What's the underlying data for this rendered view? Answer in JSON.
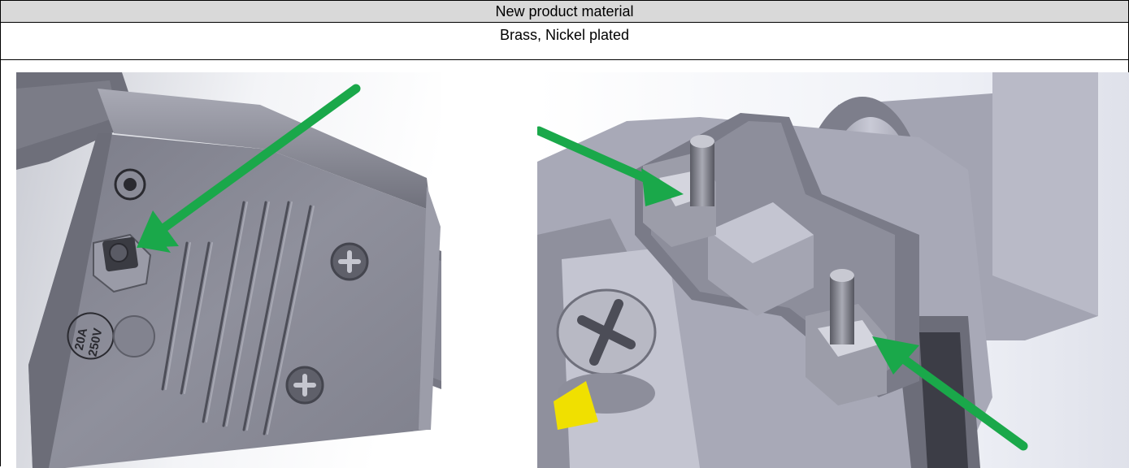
{
  "table": {
    "header_label": "New product material",
    "material_label": "Brass, Nickel plated"
  },
  "left_image": {
    "marking_rating_top": "20A",
    "marking_rating_bottom": "250V",
    "arrow_color": "#1aa84a",
    "body_color": "#8c8d99"
  },
  "right_image": {
    "arrow_color": "#1aa84a",
    "body_color": "#a9aab8",
    "accent_color": "#f0e000"
  }
}
